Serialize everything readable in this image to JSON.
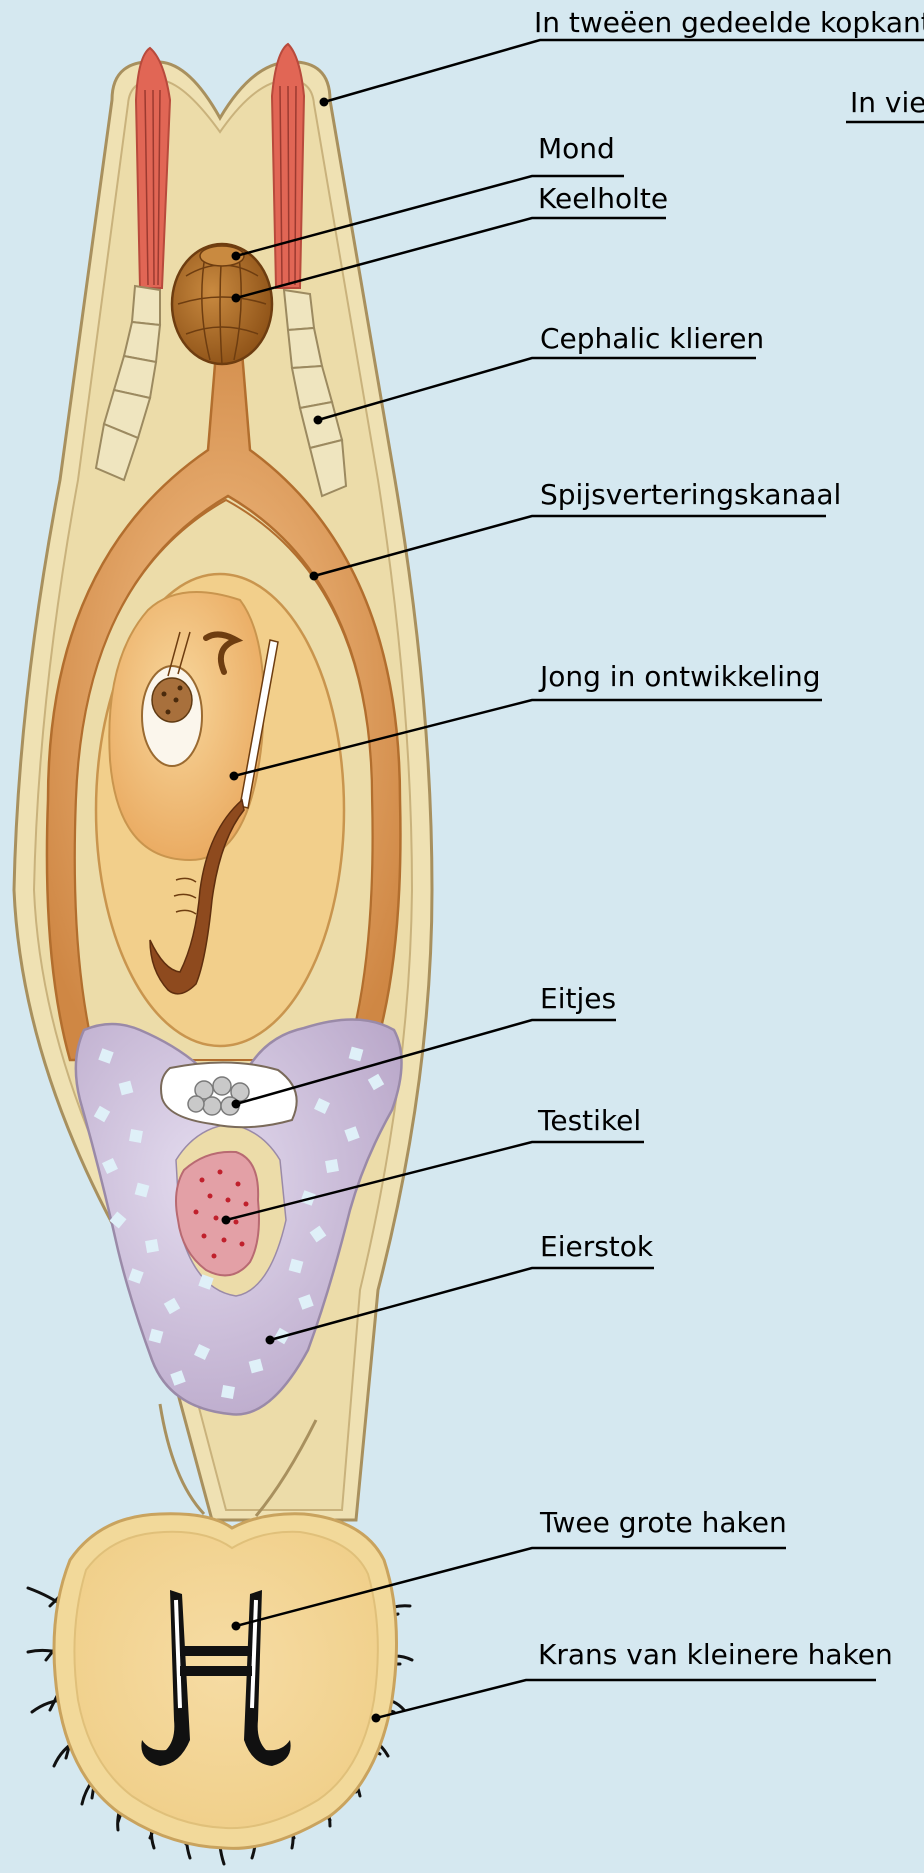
{
  "labels": {
    "kopkant": "In tweëen gedeelde kopkant",
    "vier": "In vie",
    "mond": "Mond",
    "keelholte": "Keelholte",
    "cephalic": "Cephalic klieren",
    "spijs": "Spijsverteringskanaal",
    "jong": "Jong in ontwikkeling",
    "eitjes": "Eitjes",
    "testikel": "Testikel",
    "eierstok": "Eierstok",
    "haken": "Twee grote haken",
    "krans": "Krans van kleinere haken"
  },
  "colors": {
    "background": "#d5e8f0",
    "body_outline": "#a8905e",
    "body_fill": "#eee0b1",
    "inner_fill": "#eadba6",
    "gut": "#d9965a",
    "embryo": "#f2c27a",
    "pharynx": "#a8641e",
    "red_muscle": "#e06655",
    "ovary": "#cfc3d8",
    "testis": "#e3a0a6",
    "egg_sac": "#ffffff",
    "hook": "#000000",
    "leader": "#000000"
  },
  "icons": [
    "flatworm-diagram",
    "hook-icon"
  ]
}
